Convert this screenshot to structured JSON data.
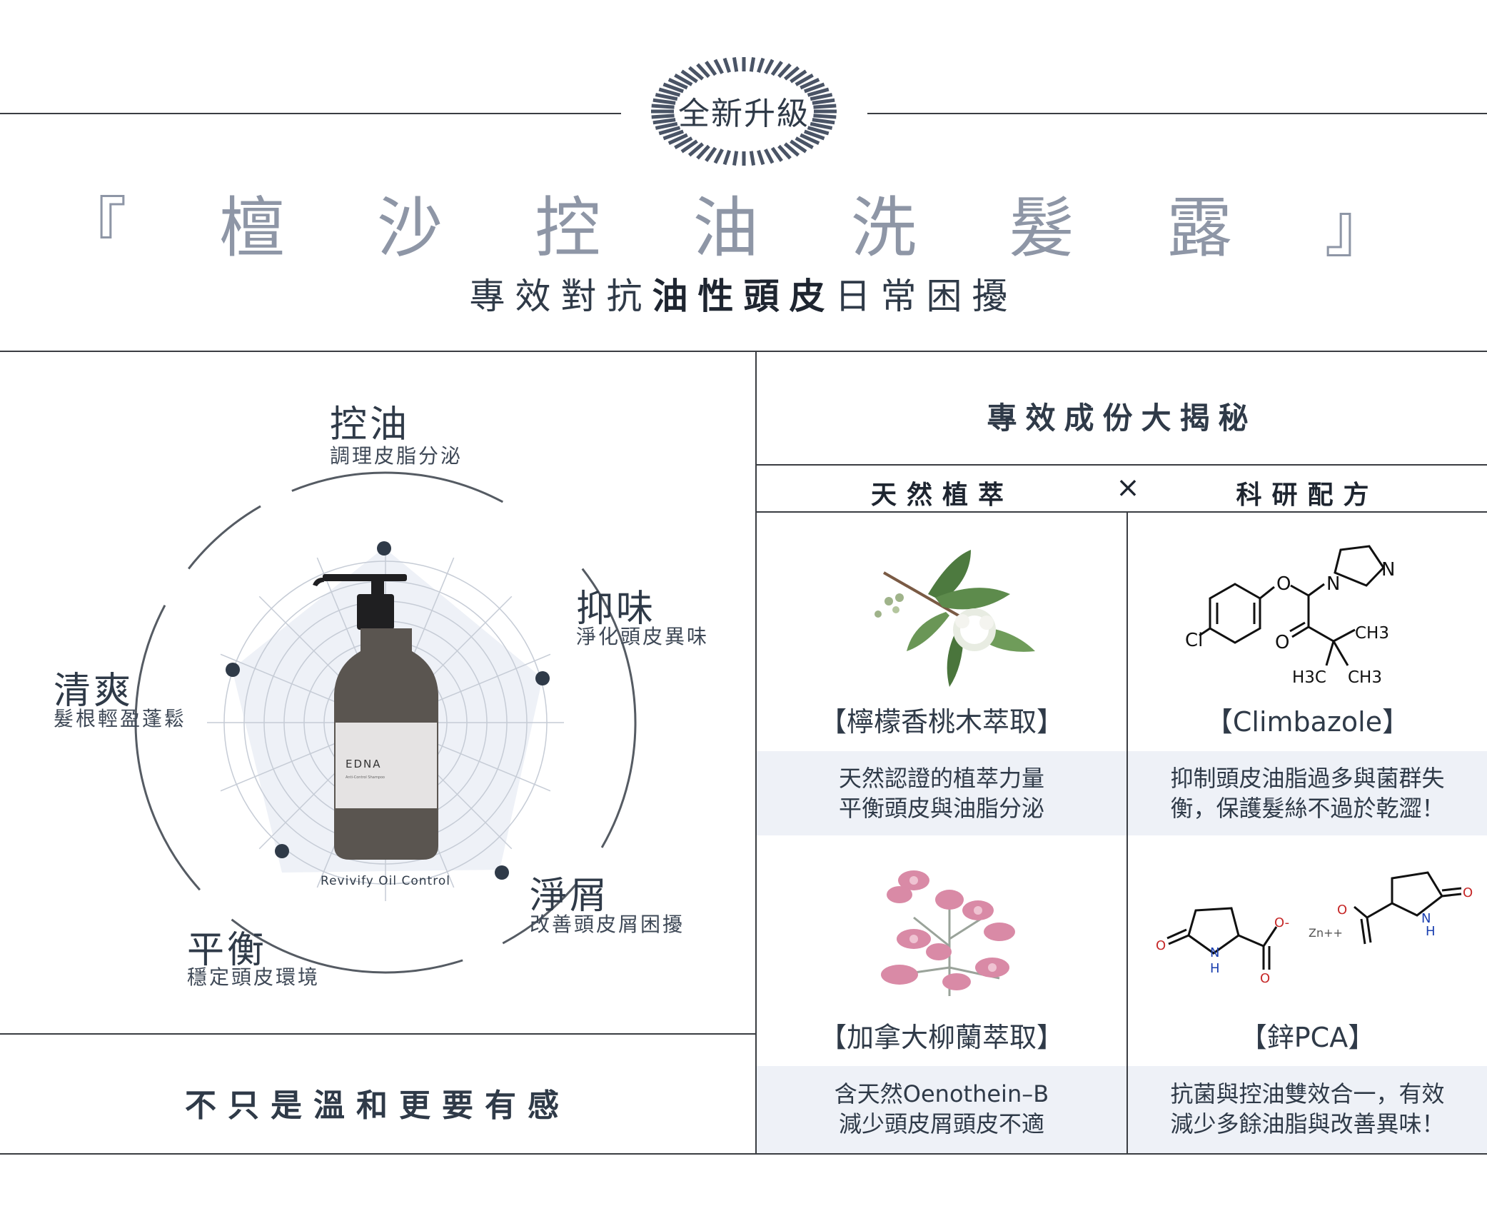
{
  "badge": {
    "label": "全新升級"
  },
  "header": {
    "title": "『 檀 沙 控 油 洗 髮 露 』",
    "subtitle_pre": "專效對抗",
    "subtitle_bold": "油性頭皮",
    "subtitle_post": "日常困擾"
  },
  "benefits": [
    {
      "title": "控油",
      "sub": "調理皮脂分泌"
    },
    {
      "title": "抑味",
      "sub": "淨化頭皮異味"
    },
    {
      "title": "淨屑",
      "sub": "改善頭皮屑困擾"
    },
    {
      "title": "平衡",
      "sub": "穩定頭皮環境"
    },
    {
      "title": "清爽",
      "sub": "髮根輕盈蓬鬆"
    }
  ],
  "product": {
    "brand": "EDNA",
    "line1": "Anti-Control Shampoo",
    "caption": "Revivify Oil Control"
  },
  "ingredients": {
    "section_title": "專效成份大揭秘",
    "col_left": "天然植萃",
    "col_sep": "×",
    "col_right": "科研配方",
    "items": [
      {
        "name": "【檸檬香桃木萃取】",
        "desc1": "天然認證的植萃力量",
        "desc2": "平衡頭皮與油脂分泌"
      },
      {
        "name": "【Climbazole】",
        "desc1": "抑制頭皮油脂過多與菌群失",
        "desc2": "衡，保護髮絲不過於乾澀！"
      },
      {
        "name": "【加拿大柳蘭萃取】",
        "desc1": "含天然Oenothein–B",
        "desc2": "減少頭皮屑頭皮不適"
      },
      {
        "name": "【鋅PCA】",
        "desc1": "抗菌與控油雙效合一，有效",
        "desc2": "減少多餘油脂與改善異味！"
      }
    ]
  },
  "chem": {
    "climbazole": {
      "cl": "Cl",
      "o1": "O",
      "n1": "N",
      "n2": "N",
      "o2": "O",
      "ch3a": "CH3",
      "h3c": "H3C",
      "ch3b": "CH3"
    },
    "znpca": {
      "zn": "Zn++",
      "o_minus": "O-",
      "o_left": "O",
      "o_bottom": "O",
      "nh1": "N",
      "h1": "H",
      "nh2": "N",
      "h2": "H",
      "o_top": "O",
      "o_chain": "O"
    }
  },
  "slogan": "不只是溫和更要有感",
  "colors": {
    "accent": "#2f3a48",
    "title_gray": "#8e96a6",
    "band": "#eef1f7"
  }
}
